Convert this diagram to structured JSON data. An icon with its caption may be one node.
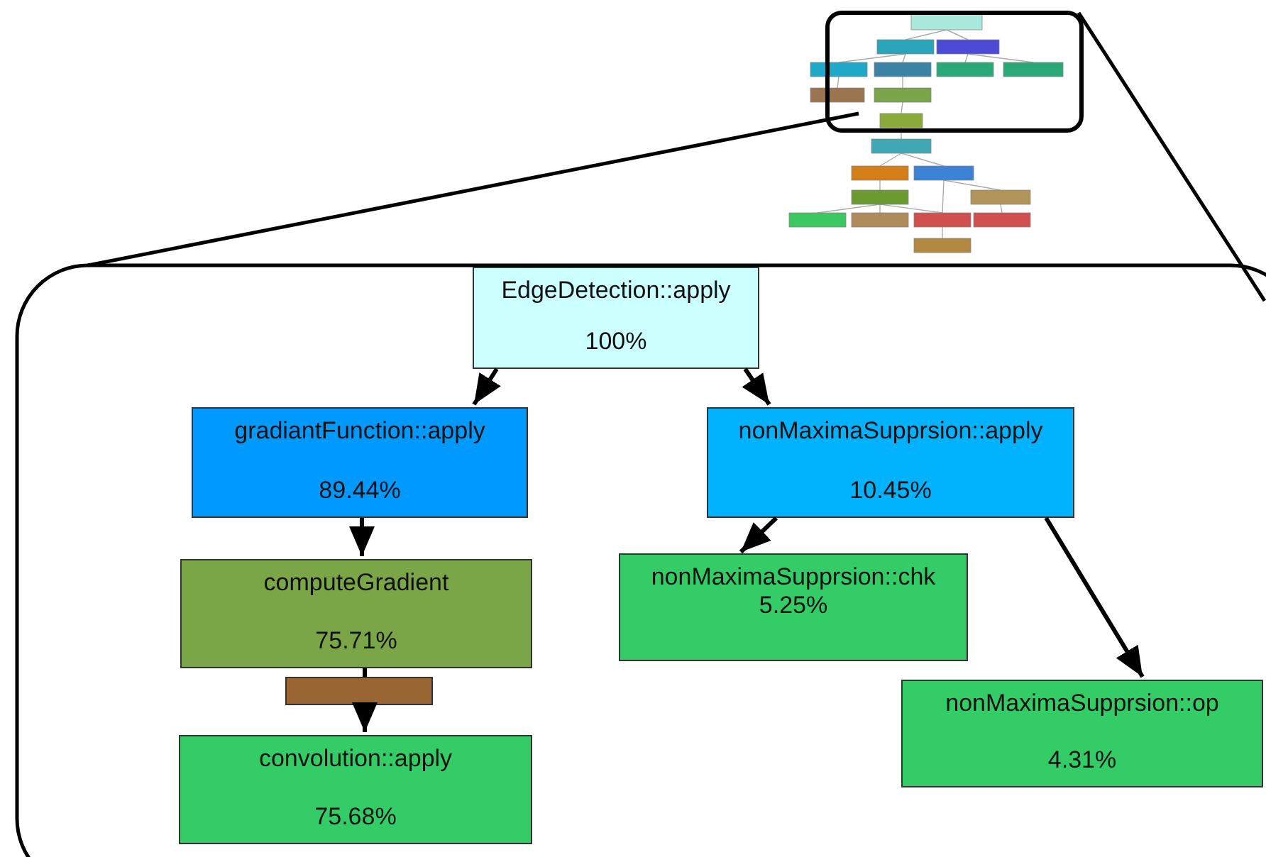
{
  "diagram": {
    "nodes": [
      {
        "text": [
          "EdgeDetection::apply",
          "100%"
        ]
      },
      {
        "text": [
          "gradiantFunction::apply",
          "89.44%"
        ]
      },
      {
        "text": [
          "nonMaximaSupprsion::apply",
          "10.45%"
        ]
      },
      {
        "text": [
          "computeGradient",
          "75.71%"
        ]
      },
      {
        "text": [
          "convolution::apply",
          "75.68%"
        ]
      },
      {
        "text": [
          "nonMaximaSupprsion::chk",
          "5.25%"
        ]
      },
      {
        "text": [
          "nonMaximaSupprsion::op",
          "4.31%"
        ]
      },
      {
        "text": [],
        "shape": "bar"
      }
    ],
    "edges": [
      {
        "from": 0,
        "to": 1,
        "arrow": "to"
      },
      {
        "from": 0,
        "to": 2,
        "arrow": "to"
      },
      {
        "from": 1,
        "to": 3,
        "arrow": "to"
      },
      {
        "from": 3,
        "to": 7,
        "arrow": "none"
      },
      {
        "from": 7,
        "to": 4,
        "arrow": "to"
      },
      {
        "from": 2,
        "to": 5,
        "arrow": "to"
      },
      {
        "from": 2,
        "to": 6,
        "arrow": "to"
      }
    ]
  }
}
